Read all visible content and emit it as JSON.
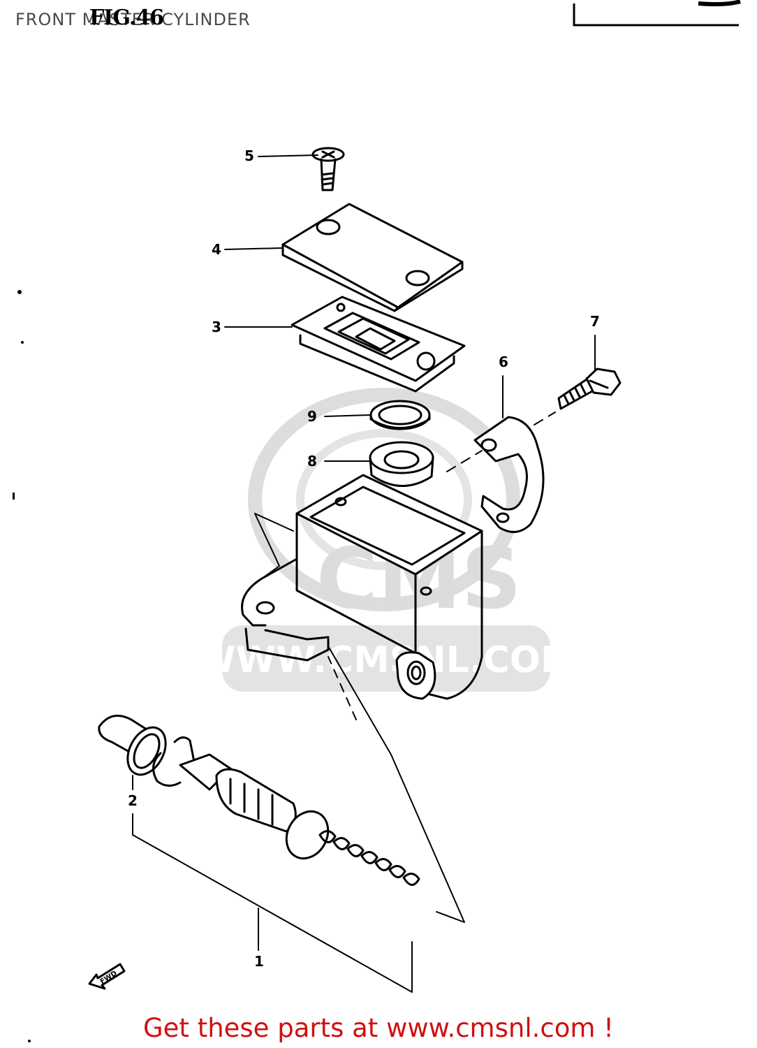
{
  "header": {
    "title": "FRONT MASTER CYLINDER",
    "figure": "FIG.46"
  },
  "watermark": {
    "brand": "CMS",
    "url": "WWW.CMSNL.COM"
  },
  "callouts": {
    "p1": "1",
    "p2": "2",
    "p3": "3",
    "p4": "4",
    "p5": "5",
    "p6": "6",
    "p7": "7",
    "p8": "8",
    "p9": "9"
  },
  "fwd_arrow": "FWD",
  "footer": {
    "cta": "Get these parts at www.cmsnl.com !"
  },
  "colors": {
    "ink": "#000000",
    "cta": "#d01010",
    "watermark": "#dcdcdc"
  }
}
